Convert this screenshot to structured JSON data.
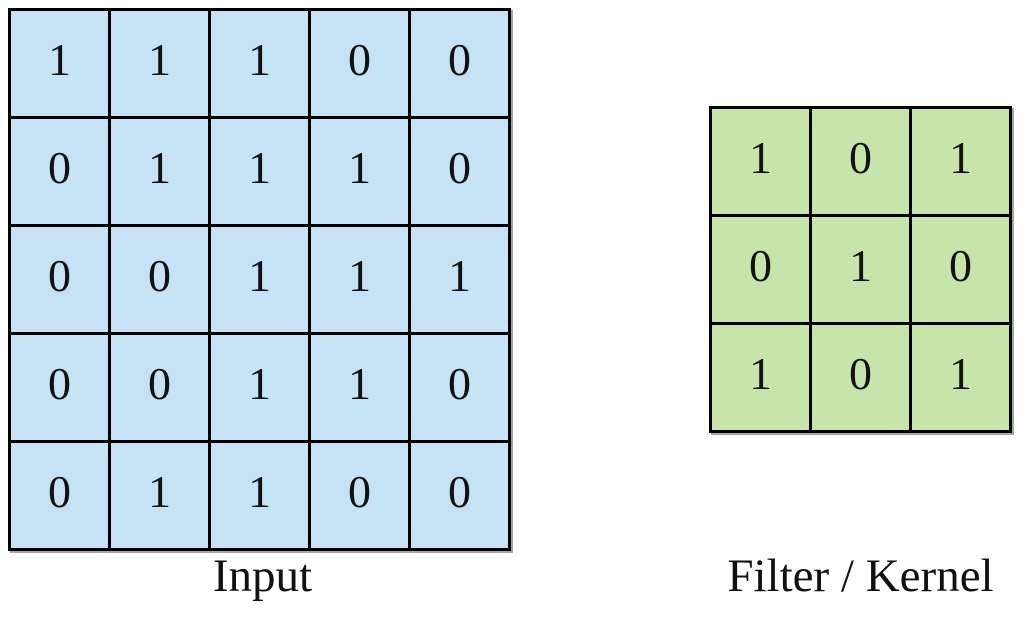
{
  "page": {
    "background_color": "#ffffff"
  },
  "input": {
    "label": "Input",
    "rows": [
      [
        1,
        1,
        1,
        0,
        0
      ],
      [
        0,
        1,
        1,
        1,
        0
      ],
      [
        0,
        0,
        1,
        1,
        1
      ],
      [
        0,
        0,
        1,
        1,
        0
      ],
      [
        0,
        1,
        1,
        0,
        0
      ]
    ],
    "cell_color": "#c5e3f4"
  },
  "filter": {
    "label": "Filter / Kernel",
    "rows": [
      [
        1,
        0,
        1
      ],
      [
        0,
        1,
        0
      ],
      [
        1,
        0,
        1
      ]
    ],
    "cell_color": "#c7e5ab"
  },
  "colors": {
    "grid_border": "#000000",
    "text": "#111111",
    "shadow": "#a6a6a6"
  }
}
